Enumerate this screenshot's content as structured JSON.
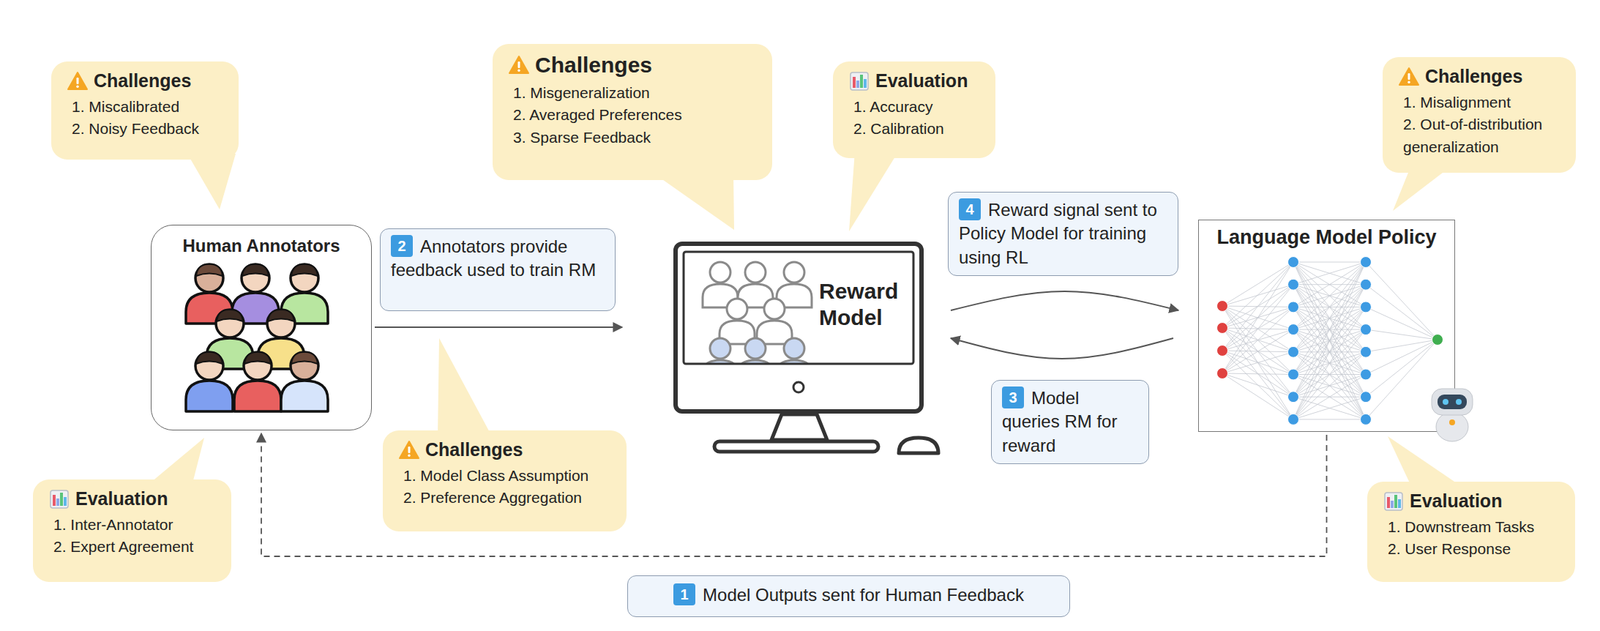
{
  "diagram": {
    "nodes": [
      {
        "text": [
          "Challenges",
          "1. Miscalibrated",
          "2. Noisy Feedback"
        ]
      },
      {
        "text": [
          "Challenges",
          "1. Misgeneralization",
          "2. Averaged Preferences",
          "3. Sparse Feedback"
        ]
      },
      {
        "text": [
          "Evaluation",
          "1. Accuracy",
          "2. Calibration"
        ]
      },
      {
        "text": [
          "Challenges",
          "1. Misalignment",
          "2. Out-of-distribution generalization"
        ]
      },
      {
        "text": [
          "Human Annotators"
        ]
      },
      {
        "text": [
          "2",
          "Annotators provide feedback used to train RM"
        ]
      },
      {
        "text": [
          "Reward Model"
        ]
      },
      {
        "text": [
          "4",
          "Reward signal sent to Policy Model for training using RL"
        ]
      },
      {
        "text": [
          "3",
          "Model queries RM for reward"
        ]
      },
      {
        "text": [
          "Language Model Policy"
        ]
      },
      {
        "text": [
          "Challenges",
          "1. Model Class Assumption",
          "2. Preference Aggregation"
        ]
      },
      {
        "text": [
          "Evaluation",
          "1. Inter-Annotator",
          "2. Expert Agreement"
        ]
      },
      {
        "text": [
          "Evaluation",
          "1. Downstream Tasks",
          "2. User Response"
        ]
      },
      {
        "text": [
          "1",
          "Model Outputs sent for Human Feedback"
        ]
      }
    ],
    "edges": [
      {
        "from": 4,
        "to": 6,
        "arrow": "to"
      },
      {
        "from": 6,
        "to": 9,
        "arrow": "to"
      },
      {
        "from": 9,
        "to": 6,
        "arrow": "to"
      },
      {
        "from": 9,
        "to": 4,
        "arrow": "to"
      }
    ]
  }
}
